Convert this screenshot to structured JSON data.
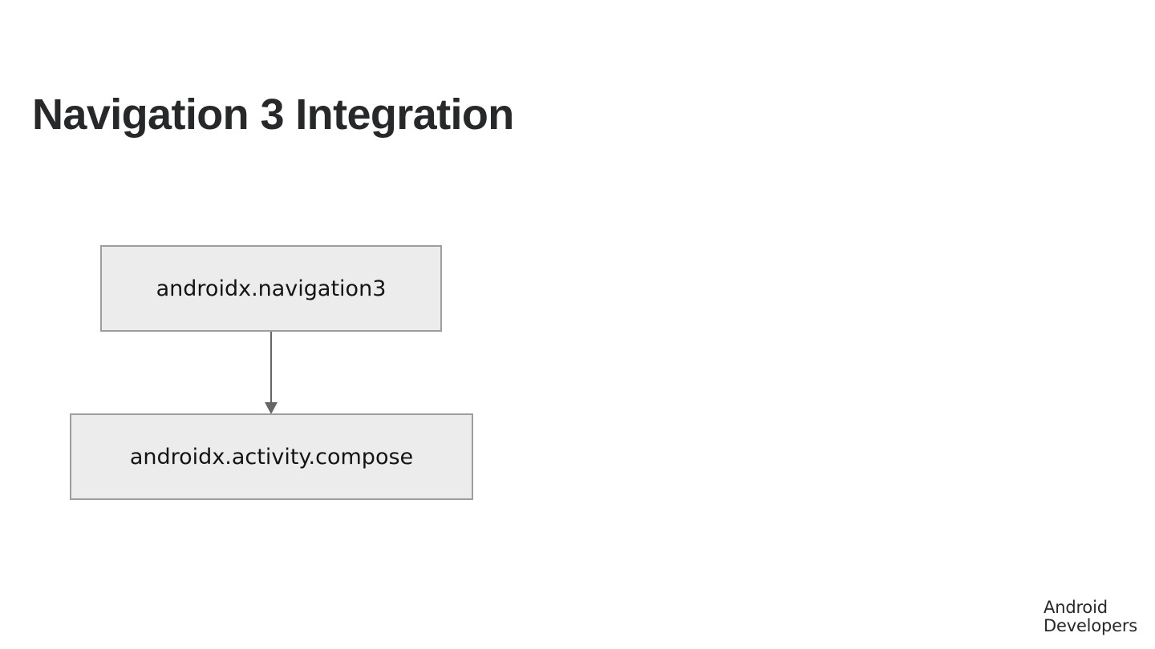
{
  "slide": {
    "title": "Navigation 3 Integration",
    "background_color": "#ffffff",
    "title_color": "#27282a"
  },
  "diagram": {
    "type": "dependency-graph",
    "node_fill_color": "#ececec",
    "node_border_color": "#9e9e9e",
    "edge_color": "#666666",
    "nodes": [
      {
        "id": "navigation3",
        "label": "androidx.navigation3"
      },
      {
        "id": "activity-compose",
        "label": "androidx.activity.compose"
      }
    ],
    "edges": [
      {
        "from": "navigation3",
        "to": "activity-compose",
        "arrow": "down-triangle"
      }
    ]
  },
  "footer": {
    "brand_line1": "Android",
    "brand_line2": "Developers"
  }
}
